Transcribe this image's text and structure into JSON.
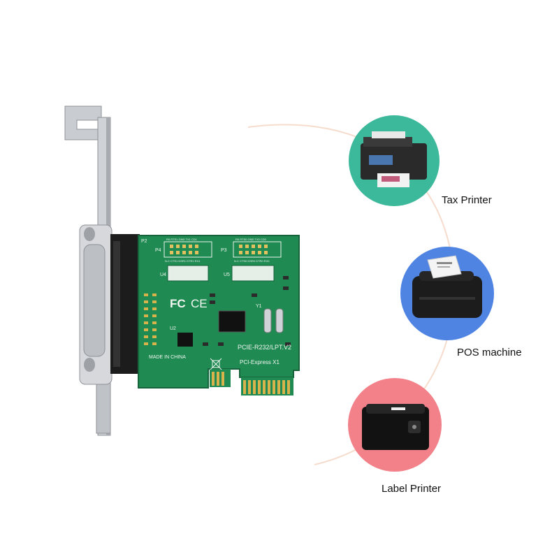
{
  "card": {
    "header_p2": "P2",
    "header_p4": "P4",
    "header_p3": "P3",
    "pins_p4_top": "RII RTS1 GND TX1 CD1",
    "pins_p4_bottom": "N.C CTS1 DSR1 DTR1 RX1",
    "pins_p3_top": "RII RTS0 GND TX0 CD0",
    "pins_p3_bottom": "N.C CTS0 DSR0 DTR0 RX0",
    "chip_u4": "U4",
    "chip_u5": "U5",
    "chip_u2": "U2",
    "crystal_y1": "Y1",
    "cert_fc": "FC",
    "cert_ce": "CE",
    "model_text": "PCIE-R232/LPT.V2",
    "bus_text": "PCI-Express X1",
    "origin_text": "MADE IN CHINA",
    "colors": {
      "pcb": "#1f8a52",
      "bracket": "#c9ccd0",
      "gold": "#d8b24a"
    }
  },
  "devices": [
    {
      "name": "Tax Printer",
      "circle_color": "#3cb89a",
      "icon": "inkjet-printer-icon"
    },
    {
      "name": "POS machine",
      "circle_color": "#4f84e3",
      "icon": "receipt-printer-icon"
    },
    {
      "name": "Label Printer",
      "circle_color": "#f2818a",
      "icon": "label-printer-icon"
    }
  ],
  "connector_color": "#f6dccd"
}
